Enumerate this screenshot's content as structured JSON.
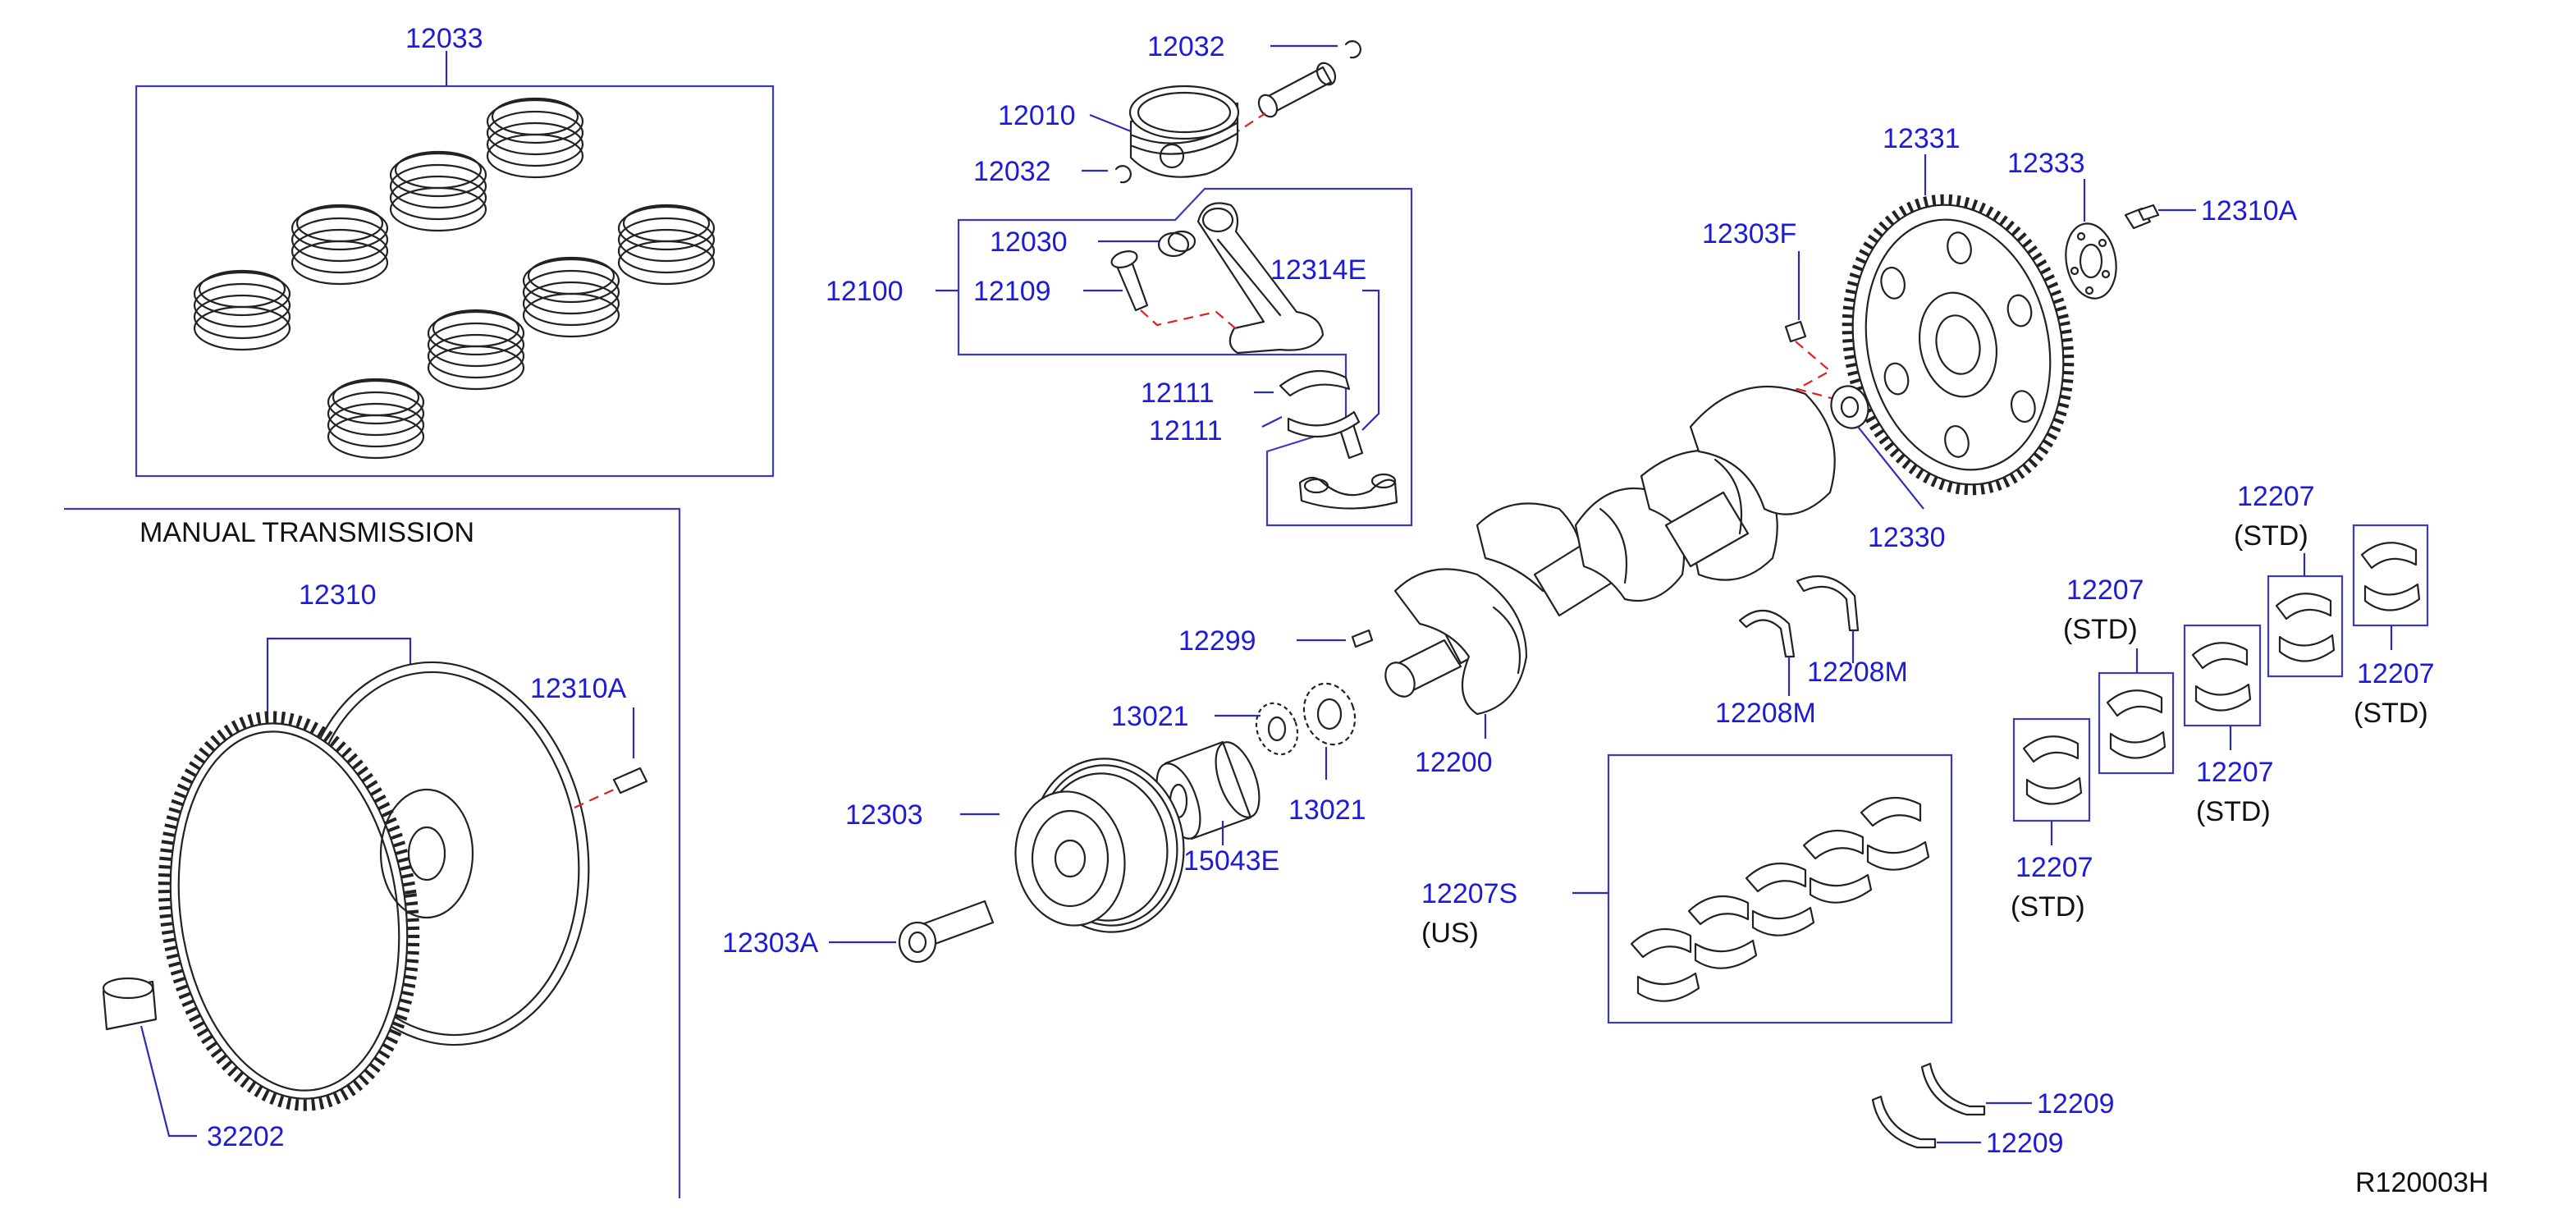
{
  "labels": {
    "p12033": "12033",
    "p12032a": "12032",
    "p12010": "12010",
    "p12032b": "12032",
    "p12030": "12030",
    "p12100": "12100",
    "p12109": "12109",
    "p12314E": "12314E",
    "p12111a": "12111",
    "p12111b": "12111",
    "p12303F": "12303F",
    "p12331": "12331",
    "p12333": "12333",
    "p12310A_top": "12310A",
    "p12330": "12330",
    "manual_transmission": "MANUAL   TRANSMISSION",
    "p12310": "12310",
    "p12310A_left": "12310A",
    "p32202": "32202",
    "p12299": "12299",
    "p13021a": "13021",
    "p13021b": "13021",
    "p12303": "12303",
    "p15043E": "15043E",
    "p12303A": "12303A",
    "p12200": "12200",
    "p12208Ma": "12208M",
    "p12208Mb": "12208M",
    "p12207S": "12207S",
    "us": "(US)",
    "p12207_1": "12207",
    "std_1": "(STD)",
    "p12207_2": "12207",
    "std_2": "(STD)",
    "p12207_3": "12207",
    "std_3": "(STD)",
    "p12207_4": "12207",
    "std_4": "(STD)",
    "p12207_5": "12207",
    "std_5": "(STD)",
    "p12209a": "12209",
    "p12209b": "12209",
    "drawing_code": "R120003H"
  },
  "colors": {
    "label_blue": "#1c1cd8",
    "leader_blue": "#2b2bb8",
    "centerline_red": "#e02020",
    "drawing_black": "#222222"
  }
}
